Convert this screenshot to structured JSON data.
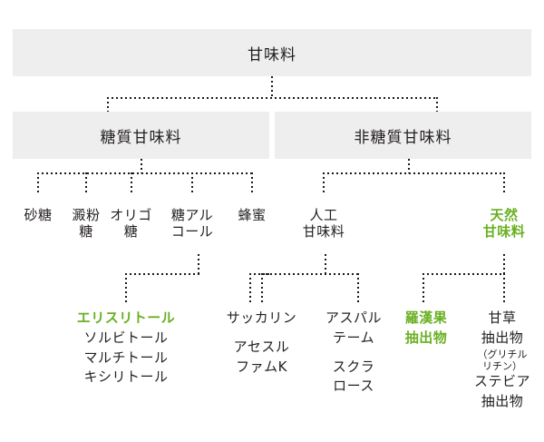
{
  "diagram": {
    "type": "tree",
    "title": "甘味料",
    "accent_color": "#6ab023",
    "box_fill": "#eeeeee",
    "text_color": "#231f20"
  },
  "root": {
    "label": "甘味料"
  },
  "level2": {
    "sugar": {
      "label": "糖質甘味料"
    },
    "nonsugar": {
      "label": "非糖質甘味料"
    }
  },
  "sugar_children": [
    {
      "label": "砂糖"
    },
    {
      "label": "澱粉\n糖",
      "line1": "澱粉",
      "line2": "糖"
    },
    {
      "label": "オリゴ\n糖",
      "line1": "オリゴ",
      "line2": "糖"
    },
    {
      "label": "糖アル\nコール",
      "line1": "糖アル",
      "line2": "コール"
    },
    {
      "label": "蜂蜜"
    }
  ],
  "nonsugar_children": [
    {
      "line1": "人工",
      "line2": "甘味料",
      "green": false
    },
    {
      "line1": "天然",
      "line2": "甘味料",
      "green": true
    }
  ],
  "leaves": {
    "sugar_alcohol": {
      "items": [
        {
          "text": "エリスリトール",
          "green": true
        },
        {
          "text": "ソルビトール",
          "green": false
        },
        {
          "text": "マルチトール",
          "green": false
        },
        {
          "text": "キシリトール",
          "green": false
        }
      ]
    },
    "artificial_left": {
      "items": [
        {
          "text": "サッカリン",
          "green": false
        },
        {
          "text": "アセスル",
          "green": false
        },
        {
          "text": "ファムK",
          "green": false
        }
      ]
    },
    "artificial_right": {
      "items": [
        {
          "text": "アスパル",
          "green": false
        },
        {
          "text": "テーム",
          "green": false
        },
        {
          "text": "スクラ",
          "green": false
        },
        {
          "text": "ロース",
          "green": false
        }
      ]
    },
    "natural_left": {
      "items": [
        {
          "text": "羅漢果",
          "green": true
        },
        {
          "text": "抽出物",
          "green": true
        }
      ]
    },
    "natural_right": {
      "items": [
        {
          "text": "甘草",
          "green": false
        },
        {
          "text": "抽出物",
          "green": false
        },
        {
          "text": "（グリチル",
          "green": false
        },
        {
          "text": "リチン）",
          "green": false
        },
        {
          "text": "ステビア",
          "green": false
        },
        {
          "text": "抽出物",
          "green": false
        }
      ]
    }
  }
}
